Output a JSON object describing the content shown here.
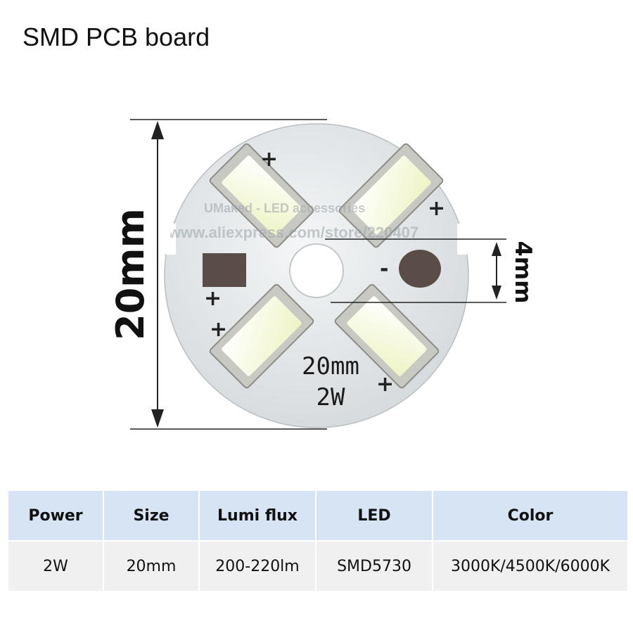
{
  "title": "SMD PCB board",
  "figure": {
    "height_label": "20mm",
    "hole_label": "4mm",
    "board_print_size": "20mm",
    "board_print_power": "2W",
    "plus_marks": [
      "+",
      "+",
      "+",
      "+",
      "+"
    ],
    "minus_mark": "-",
    "watermark_line1": "UMaked - LED accessories",
    "watermark_line2": "www.aliexpress.com/store/220407"
  },
  "spec_table": {
    "headers": [
      "Power",
      "Size",
      "Lumi flux",
      "LED",
      "Color"
    ],
    "rows": [
      [
        "2W",
        "20mm",
        "200-220lm",
        "SMD5730",
        "3000K/4500K/6000K"
      ]
    ]
  },
  "colors": {
    "board": "#e9ecee",
    "led_housing": "#c9c9c4",
    "led_phosphor": "#f3f6d6",
    "header_bg": "#d6e4f3",
    "row_bg": "#f0f0f0"
  }
}
